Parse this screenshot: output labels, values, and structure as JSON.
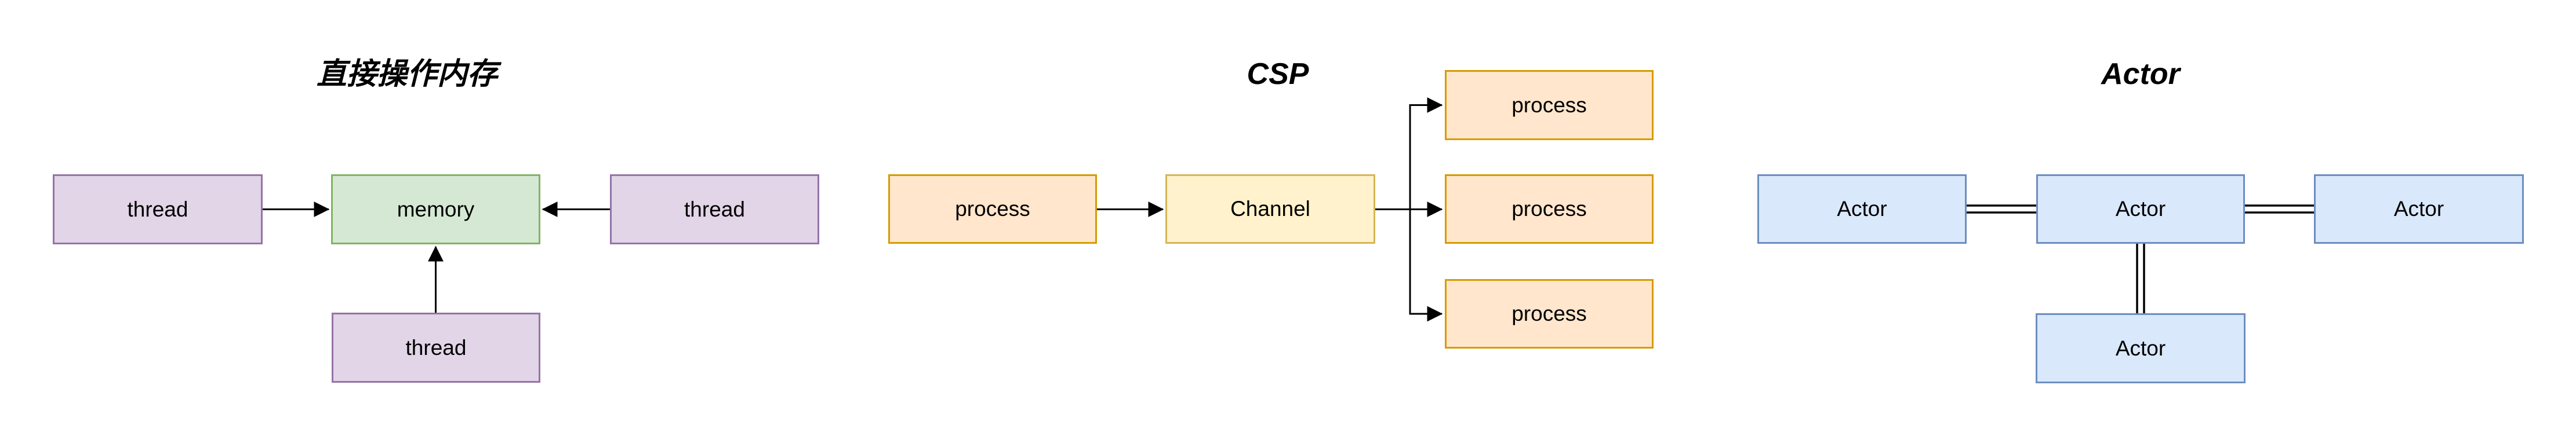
{
  "sections": {
    "memory_model": {
      "title": "直接操作内存",
      "nodes": {
        "thread_left": "thread",
        "memory": "memory",
        "thread_right": "thread",
        "thread_bottom": "thread"
      }
    },
    "csp": {
      "title": "CSP",
      "nodes": {
        "process_source": "process",
        "channel": "Channel",
        "process_top": "process",
        "process_middle": "process",
        "process_bottom": "process"
      }
    },
    "actor": {
      "title": "Actor",
      "nodes": {
        "actor_left": "Actor",
        "actor_center": "Actor",
        "actor_right": "Actor",
        "actor_bottom": "Actor"
      }
    }
  },
  "colors": {
    "thread_fill": "#e1d5e7",
    "thread_stroke": "#9673a6",
    "memory_fill": "#d5e8d4",
    "memory_stroke": "#82b366",
    "process_fill": "#ffe6cc",
    "process_stroke": "#d79b00",
    "channel_fill": "#fff2cc",
    "channel_stroke": "#d6b656",
    "actor_fill": "#dae8fc",
    "actor_stroke": "#6c8ebf",
    "connector": "#000000",
    "background": "#ffffff",
    "text": "#000000"
  }
}
